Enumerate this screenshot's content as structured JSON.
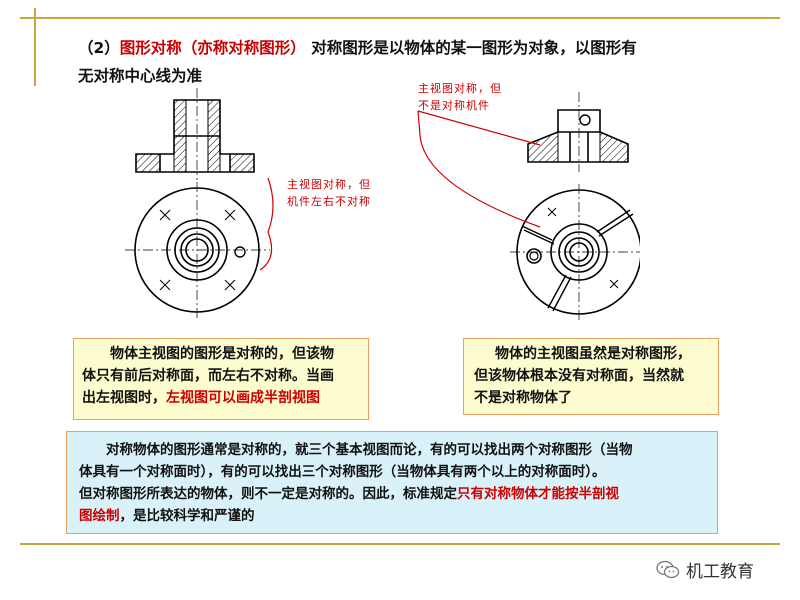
{
  "heading": {
    "number": "（2）",
    "term": "图形对称（亦称对称图形）",
    "text_line1": " 对称图形是以物体的某一图形为对象，以图形有",
    "text_line2": "无对称中心线为准"
  },
  "notes": {
    "left": [
      "主视图对称，但",
      "机件左右不对称"
    ],
    "right": [
      "主视图对称，但",
      "不是对称机件"
    ]
  },
  "box_left": {
    "line1": "物体主视图的图形是对称的，但该物",
    "line2": "体只有前后对称面，而左右不对称。当画",
    "line3_plain": "出左视图时，",
    "line3_red": "左视图可以画成半剖视图"
  },
  "box_right": {
    "line1": "物体的主视图虽然是对称图形，",
    "line2": "但该物体根本没有对称面，当然就",
    "line3": "不是对称物体了"
  },
  "box_bottom": {
    "line1": "对称物体的图形通常是对称的，就三个基本视图而论，有的可以找出两个对称图形（当物",
    "line2": "体具有一个对称面时），有的可以找出三个对称图形（当物体具有两个以上的对称面时）。",
    "line3_plain": "但对称图形所表达的物体，则不一定是对称的。因此，标准规定",
    "line3_red": "只有对称物体才能按半剖视",
    "line4_red": "图绘制",
    "line4_plain": "，是比较科学和严谨的"
  },
  "watermark": {
    "icon": "wechat-icon",
    "label": "机工教育"
  },
  "colors": {
    "accent_red": "#cc0000",
    "deco_gold": "#c8a83c",
    "note_box": "#fdfccf",
    "summary_box": "#d9f1f8"
  }
}
